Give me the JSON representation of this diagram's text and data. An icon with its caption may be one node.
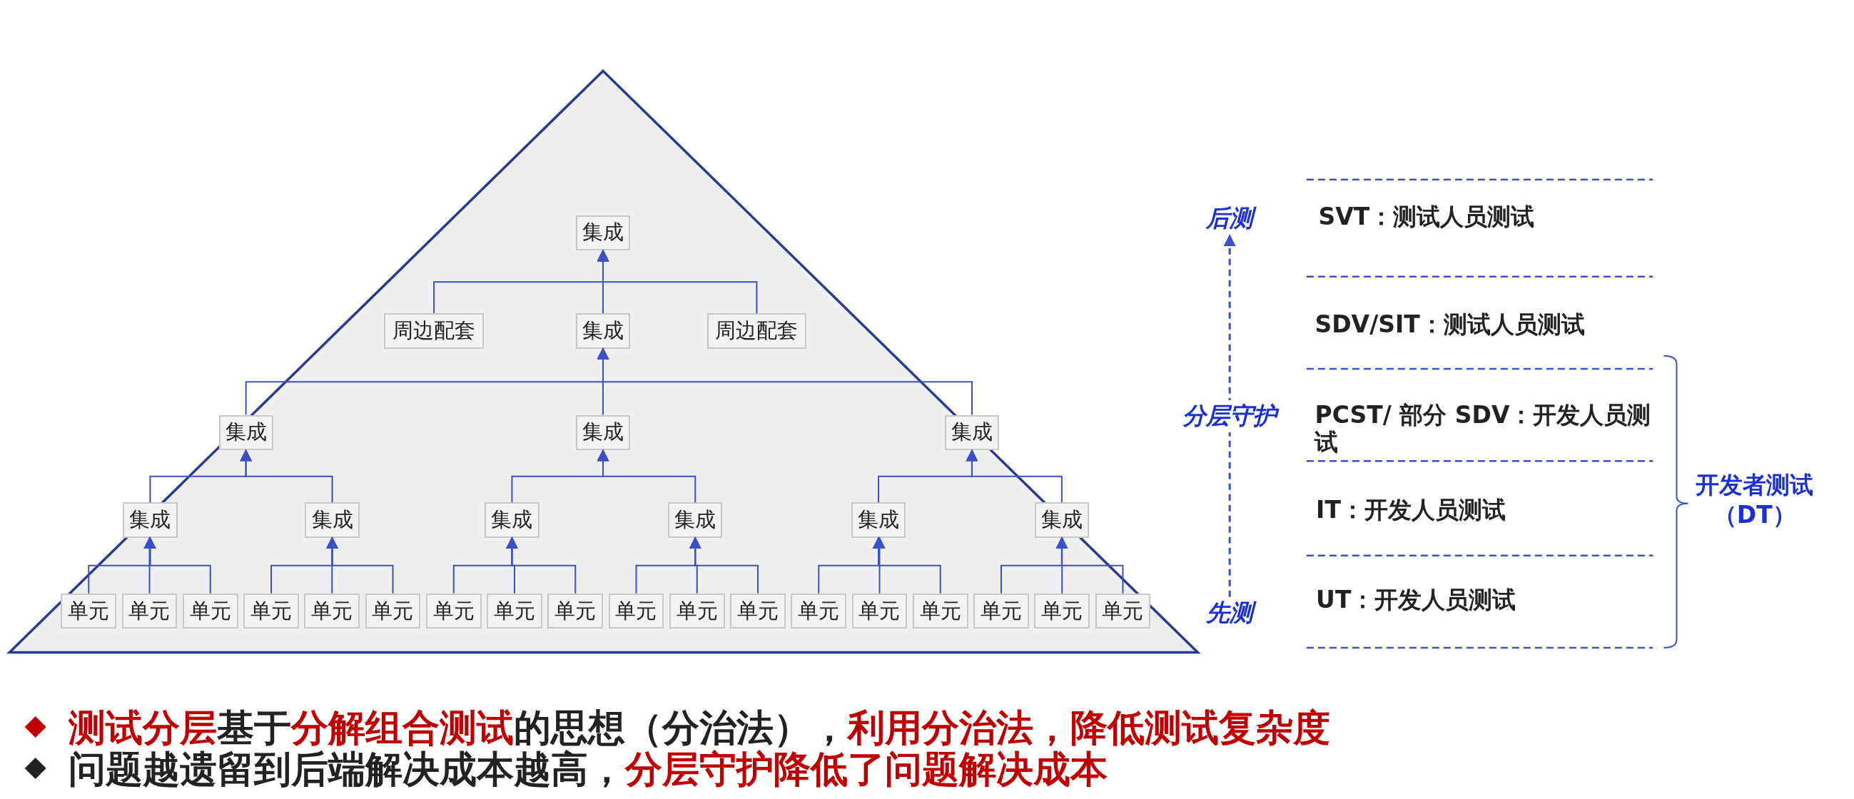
{
  "diagram": {
    "nodes": [
      {
        "text": [
          "集成"
        ]
      },
      {
        "text": [
          "周边配套"
        ]
      },
      {
        "text": [
          "集成"
        ]
      },
      {
        "text": [
          "周边配套"
        ]
      },
      {
        "text": [
          "集成"
        ]
      },
      {
        "text": [
          "集成"
        ]
      },
      {
        "text": [
          "集成"
        ]
      },
      {
        "text": [
          "集成"
        ]
      },
      {
        "text": [
          "集成"
        ]
      },
      {
        "text": [
          "集成"
        ]
      },
      {
        "text": [
          "集成"
        ]
      },
      {
        "text": [
          "集成"
        ]
      },
      {
        "text": [
          "集成"
        ]
      },
      {
        "text": [
          "单元"
        ]
      },
      {
        "text": [
          "单元"
        ]
      },
      {
        "text": [
          "单元"
        ]
      },
      {
        "text": [
          "单元"
        ]
      },
      {
        "text": [
          "单元"
        ]
      },
      {
        "text": [
          "单元"
        ]
      },
      {
        "text": [
          "单元"
        ]
      },
      {
        "text": [
          "单元"
        ]
      },
      {
        "text": [
          "单元"
        ]
      },
      {
        "text": [
          "单元"
        ]
      },
      {
        "text": [
          "单元"
        ]
      },
      {
        "text": [
          "单元"
        ]
      },
      {
        "text": [
          "单元"
        ]
      },
      {
        "text": [
          "单元"
        ]
      },
      {
        "text": [
          "单元"
        ]
      },
      {
        "text": [
          "单元"
        ]
      },
      {
        "text": [
          "单元"
        ]
      },
      {
        "text": [
          "单元"
        ]
      },
      {
        "text": [
          "后测"
        ]
      },
      {
        "text": [
          "先测"
        ]
      }
    ],
    "edges": [
      {
        "from": 1,
        "to": 0,
        "arrow": "to"
      },
      {
        "from": 2,
        "to": 0,
        "arrow": "to"
      },
      {
        "from": 3,
        "to": 0,
        "arrow": "to"
      },
      {
        "from": 4,
        "to": 2,
        "arrow": "to"
      },
      {
        "from": 5,
        "to": 2,
        "arrow": "to"
      },
      {
        "from": 6,
        "to": 2,
        "arrow": "to"
      },
      {
        "from": 7,
        "to": 4,
        "arrow": "to"
      },
      {
        "from": 8,
        "to": 4,
        "arrow": "to"
      },
      {
        "from": 9,
        "to": 5,
        "arrow": "to"
      },
      {
        "from": 10,
        "to": 5,
        "arrow": "to"
      },
      {
        "from": 11,
        "to": 6,
        "arrow": "to"
      },
      {
        "from": 12,
        "to": 6,
        "arrow": "to"
      },
      {
        "from": 13,
        "to": 7,
        "arrow": "to"
      },
      {
        "from": 14,
        "to": 7,
        "arrow": "to"
      },
      {
        "from": 15,
        "to": 7,
        "arrow": "to"
      },
      {
        "from": 16,
        "to": 8,
        "arrow": "to"
      },
      {
        "from": 17,
        "to": 8,
        "arrow": "to"
      },
      {
        "from": 18,
        "to": 8,
        "arrow": "to"
      },
      {
        "from": 19,
        "to": 9,
        "arrow": "to"
      },
      {
        "from": 20,
        "to": 9,
        "arrow": "to"
      },
      {
        "from": 21,
        "to": 9,
        "arrow": "to"
      },
      {
        "from": 22,
        "to": 10,
        "arrow": "to"
      },
      {
        "from": 23,
        "to": 10,
        "arrow": "to"
      },
      {
        "from": 24,
        "to": 10,
        "arrow": "to"
      },
      {
        "from": 25,
        "to": 11,
        "arrow": "to"
      },
      {
        "from": 26,
        "to": 11,
        "arrow": "to"
      },
      {
        "from": 27,
        "to": 11,
        "arrow": "to"
      },
      {
        "from": 28,
        "to": 12,
        "arrow": "to"
      },
      {
        "from": 29,
        "to": 12,
        "arrow": "to"
      },
      {
        "from": 30,
        "to": 12,
        "arrow": "to"
      },
      {
        "from": 32,
        "to": 31,
        "arrow": "to",
        "style": "dashed",
        "label": "分层守护"
      }
    ],
    "labels": [
      "SVT：测试人员测试",
      "SDV/SIT：测试人员测试",
      "PCST/ 部分 SDV：开发人员测试",
      "IT：开发人员测试",
      "UT：开发人员测试",
      "开发者测试（DT）",
      "**测试分层**基于**分解组合测试**的思想（分治法），**利用分治法，降低测试复杂度**",
      "问题越遗留到后端解决成本越高，**分层守护降低了问题解决成本**"
    ]
  }
}
